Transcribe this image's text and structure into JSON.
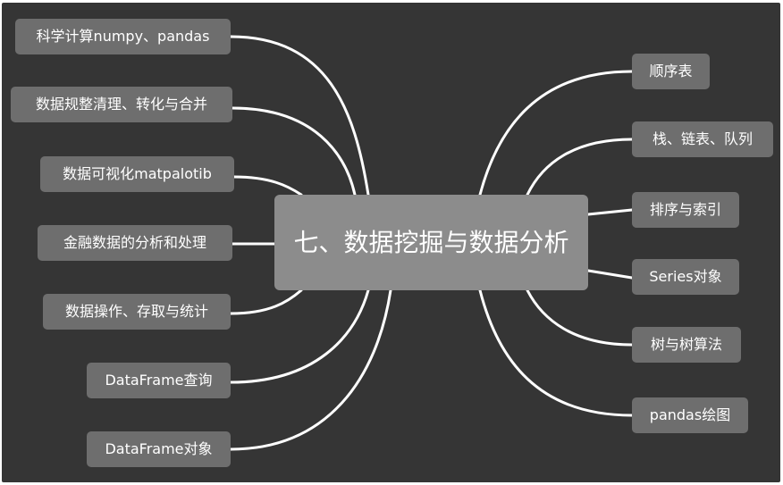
{
  "root": {
    "label": "七、数据挖掘与数据分析"
  },
  "left_topics": [
    {
      "label": "科学计算numpy、pandas"
    },
    {
      "label": "数据规整清理、转化与合并"
    },
    {
      "label": "数据可视化matpalotib"
    },
    {
      "label": "金融数据的分析和处理"
    },
    {
      "label": "数据操作、存取与统计"
    },
    {
      "label": "DataFrame查询"
    },
    {
      "label": "DataFrame对象"
    }
  ],
  "right_topics": [
    {
      "label": "顺序表"
    },
    {
      "label": "栈、链表、队列"
    },
    {
      "label": "排序与索引"
    },
    {
      "label": "Series对象"
    },
    {
      "label": "树与树算法"
    },
    {
      "label": "pandas绘图"
    }
  ],
  "colors": {
    "background": "#353535",
    "node": "#6e6e6e",
    "root": "#8c8c8c",
    "link": "#ffffff"
  }
}
